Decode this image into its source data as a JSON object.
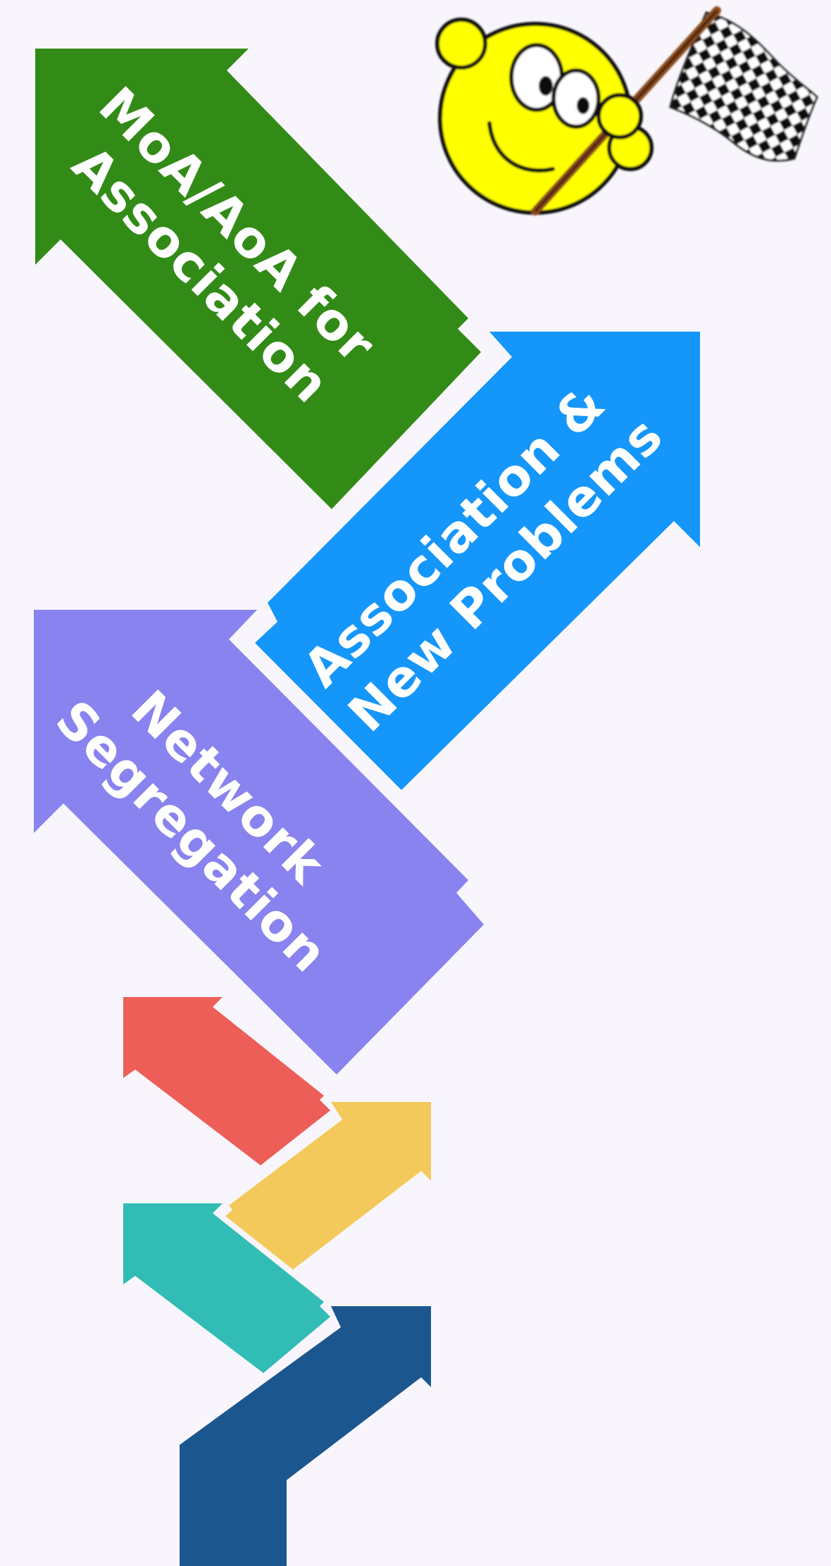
{
  "steps": [
    {
      "key": "moa",
      "label_line1": "MoA/AoA for",
      "label_line2": "Association",
      "color": "#328b16"
    },
    {
      "key": "assoc",
      "label_line1": "Association &",
      "label_line2": "New Problems",
      "color": "#1596fb"
    },
    {
      "key": "network",
      "label_line1": "Network",
      "label_line2": "Segregation",
      "color": "#8883ee"
    }
  ],
  "small_arrows": [
    {
      "key": "red",
      "color": "#ec5e57"
    },
    {
      "key": "yellow",
      "color": "#f4c95b"
    },
    {
      "key": "teal",
      "color": "#31bcb5"
    }
  ],
  "path_color": "#1b568f",
  "background": "#f8f6fc",
  "icon": {
    "name": "smiley-with-checkered-flag-icon"
  }
}
